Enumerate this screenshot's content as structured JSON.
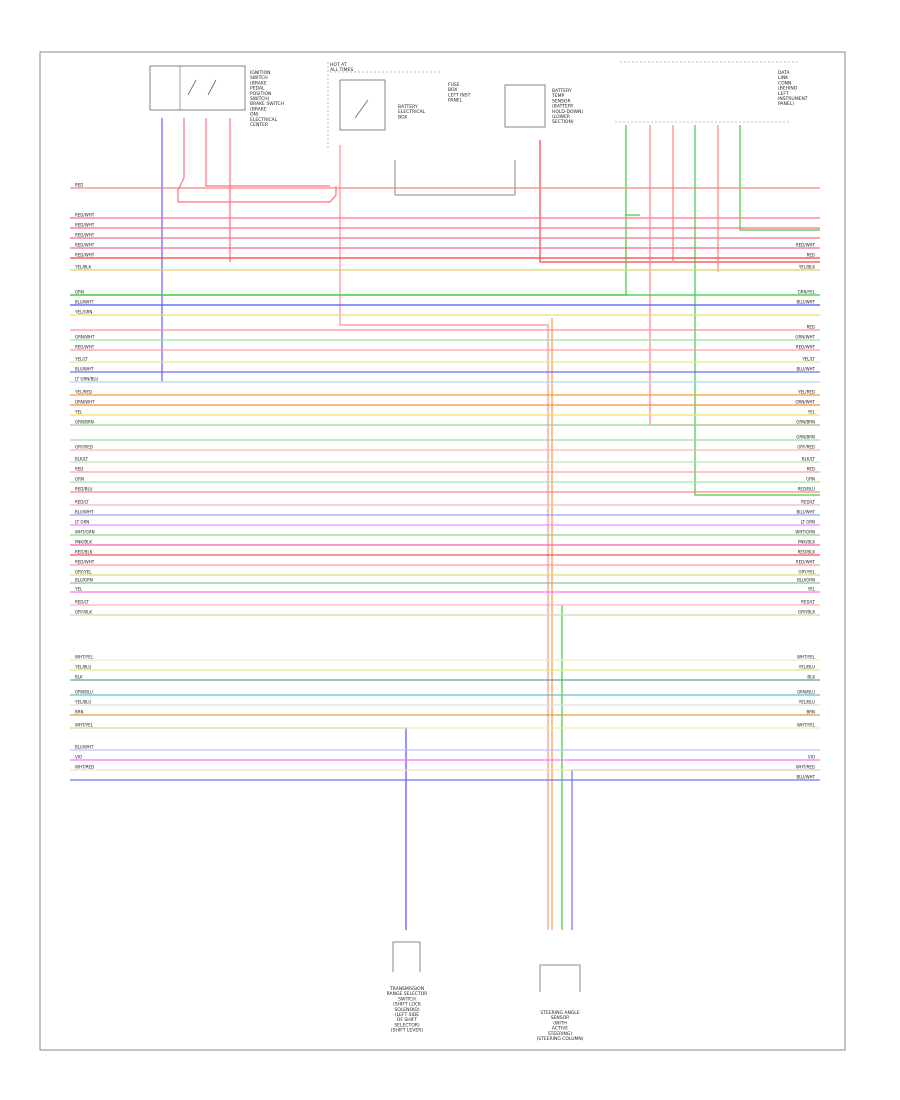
{
  "footer_code": "",
  "components": {
    "left_switch": {
      "label": [
        "IGNITION",
        "SWITCH",
        "(BRAKE",
        "PEDAL",
        "POSITION",
        "SWITCH)",
        "BRAKE SWITCH",
        "(BRAKE",
        "ON)",
        "ELECTRICAL",
        "CENTER"
      ]
    },
    "top_fuse": {
      "label": [
        "HOT AT",
        "ALL TIMES"
      ]
    },
    "relay": {
      "label": [
        "BATTERY",
        "ELECTRICAL",
        "BOX"
      ]
    },
    "fuse_label": {
      "label": [
        "FUSE",
        "BOX",
        "LEFT INST",
        "PANEL"
      ]
    },
    "module": {
      "label": [
        "BATTERY",
        "TEMP",
        "SENSOR",
        "(BATTERY",
        "HOLD-DOWN)",
        "(LOWER",
        "SECTION)"
      ]
    },
    "right_connector": {
      "label": [
        "DATA",
        "LINK",
        "CONN",
        "(BEHIND",
        "LEFT",
        "INSTRUMENT",
        "PANEL)"
      ]
    },
    "bottom_left": {
      "label": [
        "TRANSMISSION",
        "RANGE SELECTOR",
        "SWITCH",
        "(SHIFT LOCK",
        "SOLENOID)",
        "(LEFT SIDE",
        "OF SHIFT",
        "SELECTOR)",
        "(SHIFT LEVER)"
      ]
    },
    "bottom_right": {
      "label": [
        "STEERING ANGLE",
        "SENSOR",
        "(WITH",
        "ACTIVE",
        "STEERING)",
        "(STEERING COLUMN)"
      ]
    }
  },
  "wires": [
    {
      "left": "RED",
      "right": "",
      "color": "#ff8080"
    },
    {
      "left": "RED/WHT",
      "right": "",
      "color": "#ff7090"
    },
    {
      "left": "RED/WHT",
      "right": "",
      "color": "#ff6a8a"
    },
    {
      "left": "RED/WHT",
      "right": "",
      "color": "#ff6a8a"
    },
    {
      "left": "RED/WHT",
      "right": "RED/WHT",
      "color": "#ff6a8a"
    },
    {
      "left": "RED/WHT",
      "right": "RED",
      "color": "#ff3b3b"
    },
    {
      "left": "YEL/BLK",
      "right": "YEL/BLK",
      "color": "#d9d070"
    },
    {
      "left": "GRN",
      "right": "GRN/YEL",
      "color": "#33cc33"
    },
    {
      "left": "BLU/WHT",
      "right": "BLU/WHT",
      "color": "#5050ff"
    },
    {
      "left": "YEL/GRN",
      "right": "",
      "color": "#e0e070"
    },
    {
      "left": "",
      "right": "RED",
      "color": "#ff9090"
    },
    {
      "left": "GRN/WHT",
      "right": "GRN/WHT",
      "color": "#a0e0a0"
    },
    {
      "left": "RED/WHT",
      "right": "RED/WHT",
      "color": "#ff9aa8"
    },
    {
      "left": "YEL/LT",
      "right": "YEL/LT",
      "color": "#e6e690"
    },
    {
      "left": "BLU/WHT",
      "right": "BLU/WHT",
      "color": "#6a6aff"
    },
    {
      "left": "LT GRN/BLU",
      "right": "",
      "color": "#b0d8e8"
    },
    {
      "left": "YEL/RED",
      "right": "YEL/RED",
      "color": "#ff9a30"
    },
    {
      "left": "ORN/WHT",
      "right": "ORN/WHT",
      "color": "#ff8a40"
    },
    {
      "left": "YEL",
      "right": "YEL",
      "color": "#f0e060"
    },
    {
      "left": "GRN/BRN",
      "right": "GRN/BRN",
      "color": "#9cd09c"
    },
    {
      "left": "",
      "right": "GRN/BRN",
      "color": "#a8d8a8"
    },
    {
      "left": "GRY/RED",
      "right": "GRY/RED",
      "color": "#ffb0b0"
    },
    {
      "left": "BLK/LT",
      "right": "BLK/LT",
      "color": "#c0e0c0"
    },
    {
      "left": "RED",
      "right": "RED",
      "color": "#ffa0a0"
    },
    {
      "left": "GRN",
      "right": "GRN",
      "color": "#a8e0a8"
    },
    {
      "left": "RED/BLU",
      "right": "RED/BLU",
      "color": "#ff8090"
    },
    {
      "left": "RED/LT",
      "right": "RED/LT",
      "color": "#ffb0c0"
    },
    {
      "left": "BLU/WHT",
      "right": "BLU/WHT",
      "color": "#a0a0ff"
    },
    {
      "left": "LT GRN",
      "right": "LT GRN",
      "color": "#ff88ff"
    },
    {
      "left": "WHT/GRN",
      "right": "WHT/GRN",
      "color": "#80e080"
    },
    {
      "left": "PNK/BLK",
      "right": "PNK/BLK",
      "color": "#ff60a0"
    },
    {
      "left": "RED/BLK",
      "right": "RED/BLK",
      "color": "#ff5050"
    },
    {
      "left": "RED/WHT",
      "right": "RED/WHT",
      "color": "#ff9ab0"
    },
    {
      "left": "GRY/YEL",
      "right": "GRY/YEL",
      "color": "#d0e080"
    },
    {
      "left": "BLU/GRN",
      "right": "BLU/GRN",
      "color": "#90c090"
    },
    {
      "left": "YEL",
      "right": "YEL",
      "color": "#ff70ff"
    },
    {
      "left": "RED/LT",
      "right": "RED/LT",
      "color": "#ffb0c0"
    },
    {
      "left": "GRY/BLK",
      "right": "GRY/BLK",
      "color": "#d8d8b0"
    },
    {
      "left": "WHT/YEL",
      "right": "WHT/YEL",
      "color": "#ececc0"
    },
    {
      "left": "YEL/BLU",
      "right": "YEL/BLU",
      "color": "#e8e880"
    },
    {
      "left": "BLK",
      "right": "BLK",
      "color": "#60a0a0"
    },
    {
      "left": "GRN/BLU",
      "right": "GRN/BLU",
      "color": "#60c0d0"
    },
    {
      "left": "YEL/BLU",
      "right": "YEL/BLU",
      "color": "#e0e0e0"
    },
    {
      "left": "BRN",
      "right": "BRN",
      "color": "#e0a040"
    },
    {
      "left": "WHT/YEL",
      "right": "WHT/YEL",
      "color": "#f0f0a0"
    },
    {
      "left": "BLU/WHT",
      "right": "",
      "color": "#c0c0ff"
    },
    {
      "left": "VIO",
      "right": "VIO",
      "color": "#ff70ff"
    },
    {
      "left": "WHT/RED",
      "right": "WHT/RED",
      "color": "#f0e0c0"
    },
    {
      "left": "",
      "right": "BLU/WHT",
      "color": "#7070ff"
    }
  ]
}
